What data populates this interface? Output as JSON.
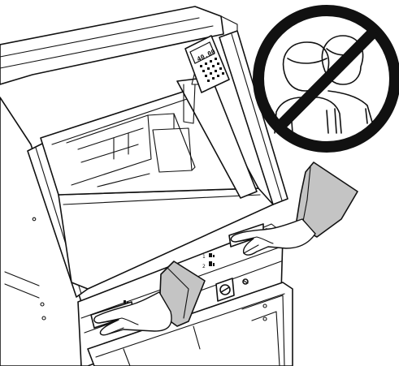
{
  "display": {
    "value": "40.00"
  },
  "controls": {
    "marker_1": "1",
    "marker_2": "2"
  },
  "colors": {
    "sleeve": "#c4c4c4",
    "sign_ring": "#111111",
    "outline": "#111111"
  },
  "icons": [
    "prohibition-sign-icon",
    "two-persons-icon"
  ]
}
